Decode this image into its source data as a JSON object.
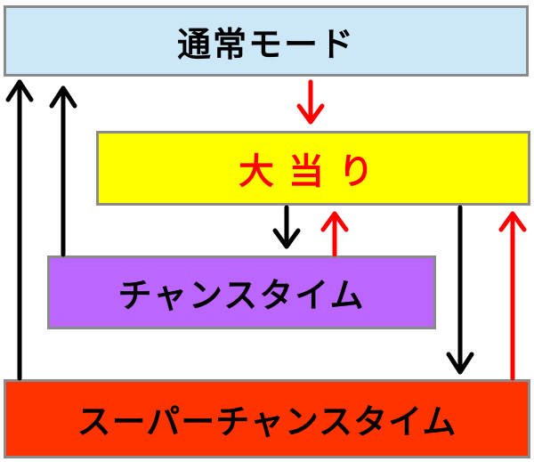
{
  "boxes": {
    "normal_mode": {
      "label": "通常モード",
      "bg": "#cce8f8",
      "text_color": "#000000"
    },
    "jackpot": {
      "label": "大当り",
      "bg": "#ffff00",
      "text_color": "#ff0000"
    },
    "chance_time": {
      "label": "チャンスタイム",
      "bg": "#bb66ff",
      "text_color": "#000000"
    },
    "super_chance_time": {
      "label": "スーパーチャンスタイム",
      "bg": "#ff3300",
      "text_color": "#000000"
    }
  },
  "colors": {
    "arrow_black": "#000000",
    "arrow_red": "#ff0000",
    "box_border": "#8a8a8a"
  },
  "transitions": [
    {
      "from": "super_chance_time",
      "to": "normal_mode",
      "color": "black"
    },
    {
      "from": "chance_time",
      "to": "normal_mode",
      "color": "black"
    },
    {
      "from": "normal_mode",
      "to": "jackpot",
      "color": "red"
    },
    {
      "from": "jackpot",
      "to": "chance_time",
      "color": "black"
    },
    {
      "from": "chance_time",
      "to": "jackpot",
      "color": "red"
    },
    {
      "from": "jackpot",
      "to": "super_chance_time",
      "color": "black"
    },
    {
      "from": "super_chance_time",
      "to": "jackpot",
      "color": "red"
    }
  ]
}
